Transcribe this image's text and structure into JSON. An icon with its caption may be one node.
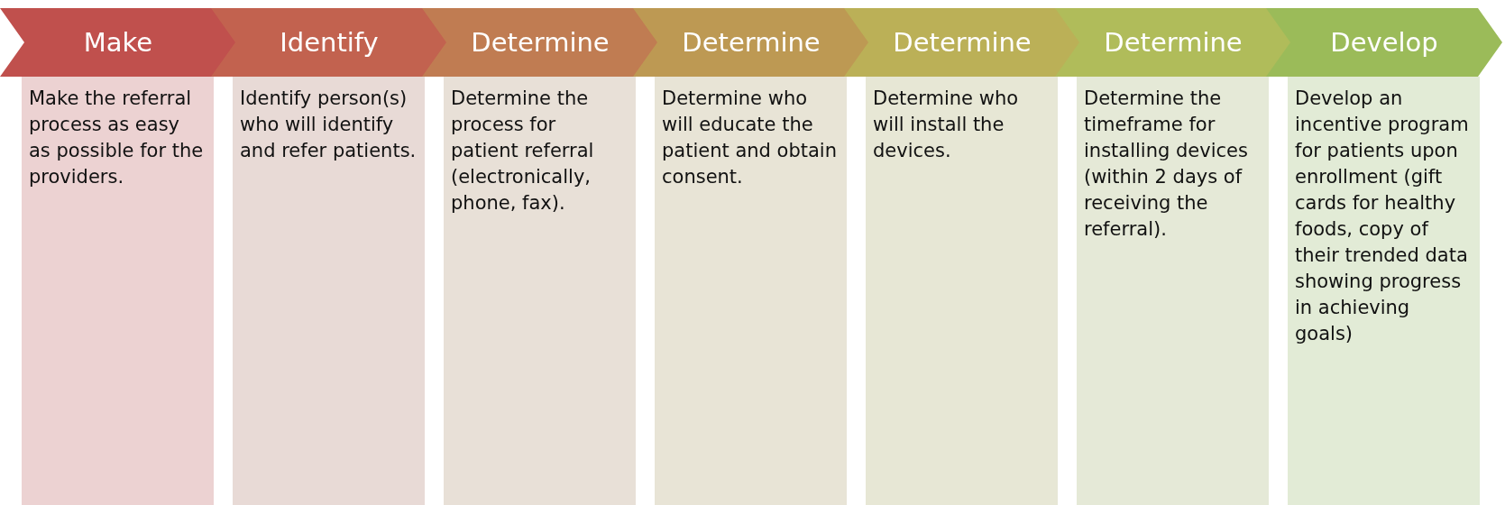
{
  "diagram": {
    "nodes": [
      {
        "text": [
          "Make"
        ]
      },
      {
        "text": [
          "Identify"
        ]
      },
      {
        "text": [
          "Determine"
        ]
      },
      {
        "text": [
          "Determine"
        ]
      },
      {
        "text": [
          "Determine"
        ]
      },
      {
        "text": [
          "Determine"
        ]
      },
      {
        "text": [
          "Develop"
        ]
      },
      {
        "text": [
          "Make the referral process as easy as possible for the providers."
        ]
      },
      {
        "text": [
          "Identify person(s) who will identify and refer patients."
        ]
      },
      {
        "text": [
          "Determine the process for patient referral (electronically, phone, fax)."
        ]
      },
      {
        "text": [
          "Determine who will educate the patient and obtain consent."
        ]
      },
      {
        "text": [
          "Determine who will install the devices."
        ]
      },
      {
        "text": [
          "Determine the timeframe for installing devices (within 2 days of receiving the referral)."
        ]
      },
      {
        "text": [
          "Develop an incentive program for patients upon enrollment (gift cards for healthy foods, copy of their trended data showing progress in achieving goals)"
        ]
      }
    ]
  }
}
